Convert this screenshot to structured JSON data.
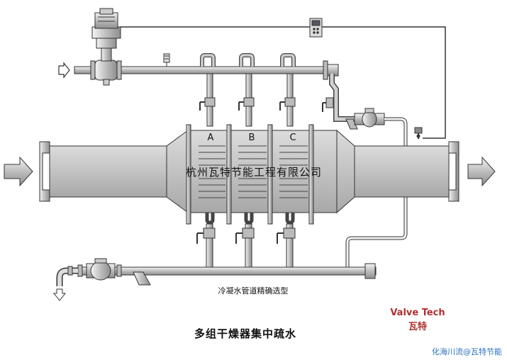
{
  "labels": {
    "company": "杭州瓦特节能工程有限公司",
    "section_a": "A",
    "section_b": "B",
    "section_c": "C",
    "caption_pipe": "冷凝水管道精确选型",
    "caption_main": "多组干燥器集中疏水",
    "brand_en": "Valve Tech",
    "brand_cn": "瓦特",
    "footer": "化海川流@瓦特节能"
  },
  "colors": {
    "pipe_fill": "#d0d0d0",
    "pipe_stroke": "#333333",
    "body_fill": "#c4c4c4",
    "brand": "#b03030",
    "footer": "#2a6fc0"
  }
}
